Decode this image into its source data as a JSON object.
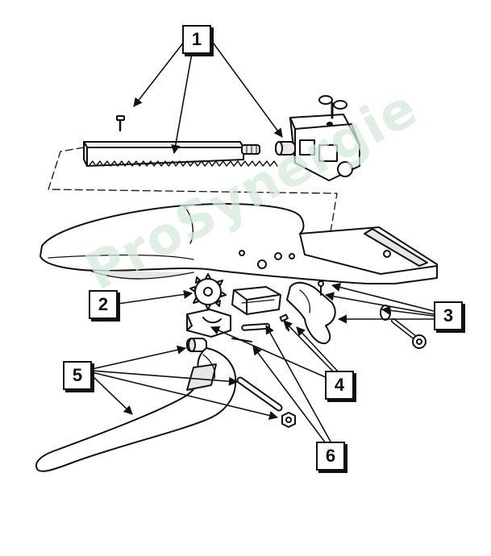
{
  "watermark": "ProSynergie",
  "callouts": [
    {
      "id": "callout-1",
      "label": "1"
    },
    {
      "id": "callout-2",
      "label": "2"
    },
    {
      "id": "callout-3",
      "label": "3"
    },
    {
      "id": "callout-4",
      "label": "4"
    },
    {
      "id": "callout-5",
      "label": "5"
    },
    {
      "id": "callout-6",
      "label": "6"
    }
  ],
  "colors": {
    "line": "#111111",
    "fill": "#ffffff",
    "shade": "#e6e6e6",
    "watermark": "#d6eadc"
  }
}
